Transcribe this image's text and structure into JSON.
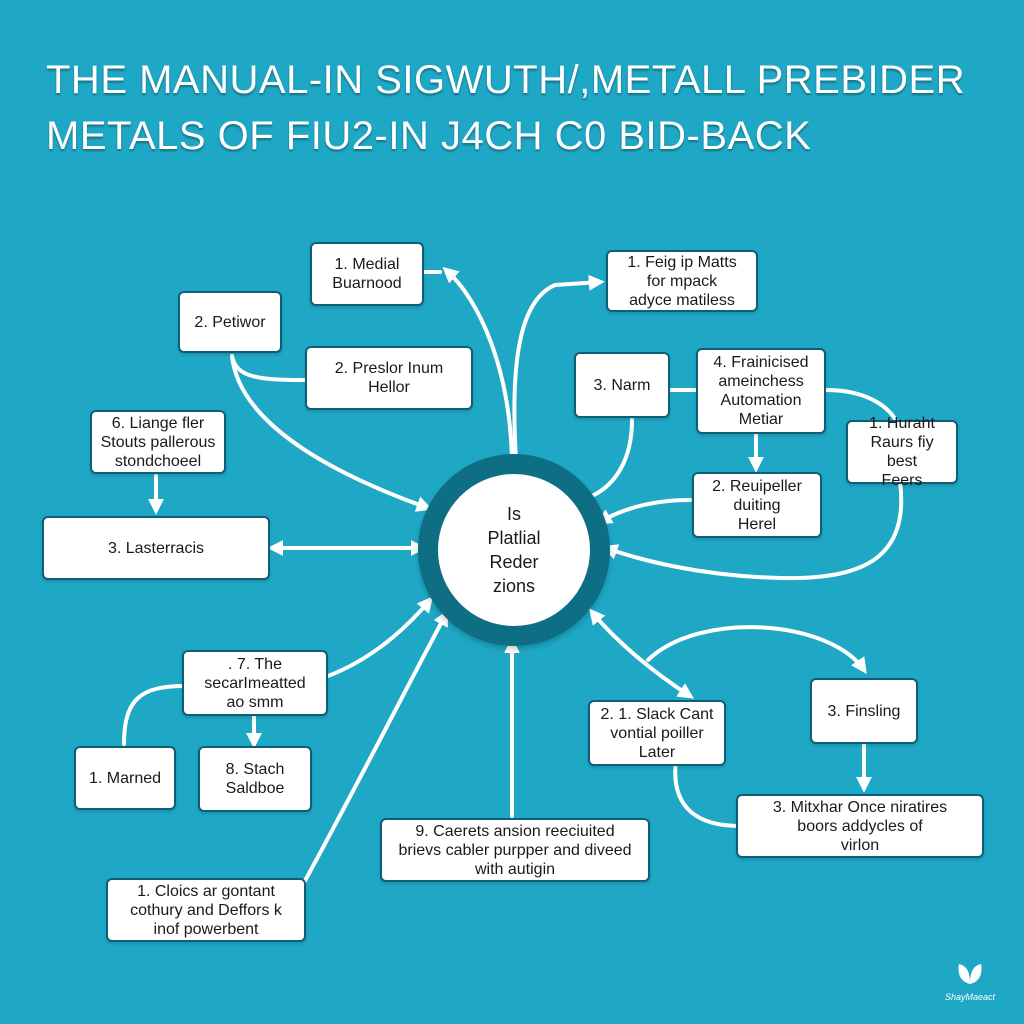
{
  "title": {
    "line1": "THE MANUAL-IN SIGWUTH/,METALL PREBIDER",
    "line2": "METALS OF FIU2-IN J4CH C0 BID-BACK"
  },
  "hub": {
    "line1": "Is",
    "line2": "Platlial",
    "line3": "Reder",
    "line4": "zions"
  },
  "nodes": {
    "medial_buarnood": [
      "1. Medial",
      "Buarnood"
    ],
    "petiwor": [
      "2. Petiwor"
    ],
    "preslor": [
      "2. Preslor Inum",
      "Hellor"
    ],
    "feig": [
      "1. Feig ip Matts",
      "for mpack",
      "adyce matiless"
    ],
    "narm": [
      "3. Narm"
    ],
    "frainicised": [
      "4. Frainicised",
      "ameinchess",
      "Automation",
      "Metiar"
    ],
    "huraht": [
      "1. Huraht",
      "Raurs fiy best",
      "Feers"
    ],
    "liange": [
      "6. Liange fler",
      "Stouts pallerous",
      "stondchoeel"
    ],
    "lasterracis": [
      "3. Lasterracis"
    ],
    "reuipeller": [
      "2. Reuipeller",
      "duiting",
      "Herel"
    ],
    "secar": [
      ". 7. The",
      "secarImeatted",
      "ao smm"
    ],
    "marned": [
      "1. Marned"
    ],
    "stach": [
      "8. Stach",
      "Saldboe"
    ],
    "caerets": [
      "9. Caerets ansion reeciuited",
      "brievs cabler purpper and diveed",
      "with autigin"
    ],
    "cloics": [
      "1. Cloics ar gontant",
      "cothury and Deffors k",
      "inof powerbent"
    ],
    "slack": [
      "2. 1. Slack Cant",
      "vontial poiller",
      "Later"
    ],
    "finsling": [
      "3. Finsling"
    ],
    "mitxhar": [
      "3. Mitxhar Once niratires",
      "boors addycles of",
      "virlon"
    ]
  },
  "logo": {
    "icon": "leaf-icon",
    "text": "ShayMaeact"
  },
  "colors": {
    "background": "#1fa8c6",
    "hub_ring": "#0d6e84",
    "box_border": "#0d5f73",
    "connector": "#ffffff"
  }
}
